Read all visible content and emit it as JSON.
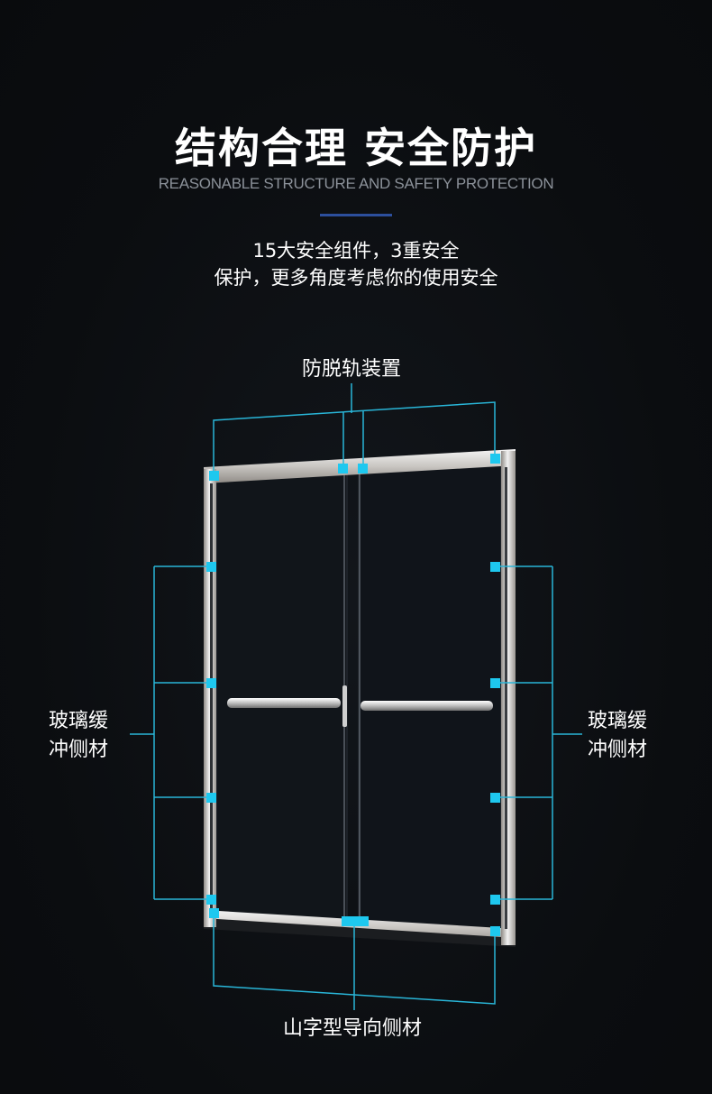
{
  "header": {
    "title": "结构合理 安全防护",
    "subtitle": "REASONABLE STRUCTURE AND SAFETY PROTECTION",
    "desc_line1": "15大安全组件，3重安全",
    "desc_line2": "保护，更多角度考虑你的使用安全"
  },
  "callouts": {
    "top": "防脱轨装置",
    "left_line1": "玻璃缓",
    "left_line2": "冲侧材",
    "right_line1": "玻璃缓",
    "right_line2": "冲侧材",
    "bottom": "山字型导向侧材"
  },
  "colors": {
    "background": "#0b0d10",
    "accent_line": "#29b6d8",
    "marker": "#1ec8ef",
    "divider": "#2c4f9c",
    "subtitle": "#8b9199"
  }
}
